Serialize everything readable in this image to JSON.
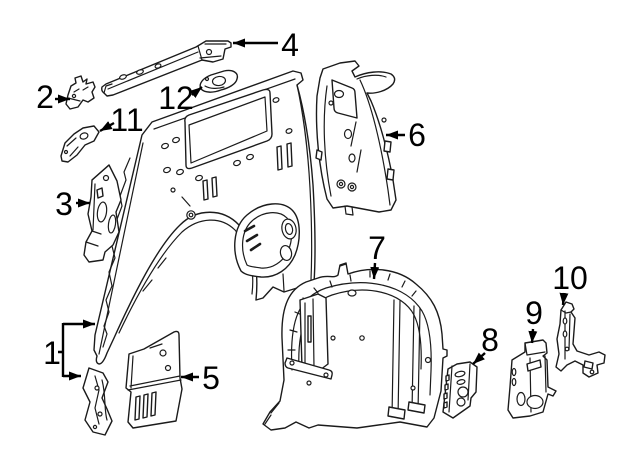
{
  "diagram": {
    "description": "Exploded line-art parts diagram of a vehicle rear quarter inner structure with numbered callouts",
    "background_color": "#ffffff",
    "line_color": "#1b1b1b",
    "callout_color": "#000000",
    "callouts": [
      {
        "label": "1"
      },
      {
        "label": "2"
      },
      {
        "label": "3"
      },
      {
        "label": "4"
      },
      {
        "label": "5"
      },
      {
        "label": "6"
      },
      {
        "label": "7"
      },
      {
        "label": "8"
      },
      {
        "label": "9"
      },
      {
        "label": "10"
      },
      {
        "label": "11"
      },
      {
        "label": "12"
      }
    ]
  }
}
